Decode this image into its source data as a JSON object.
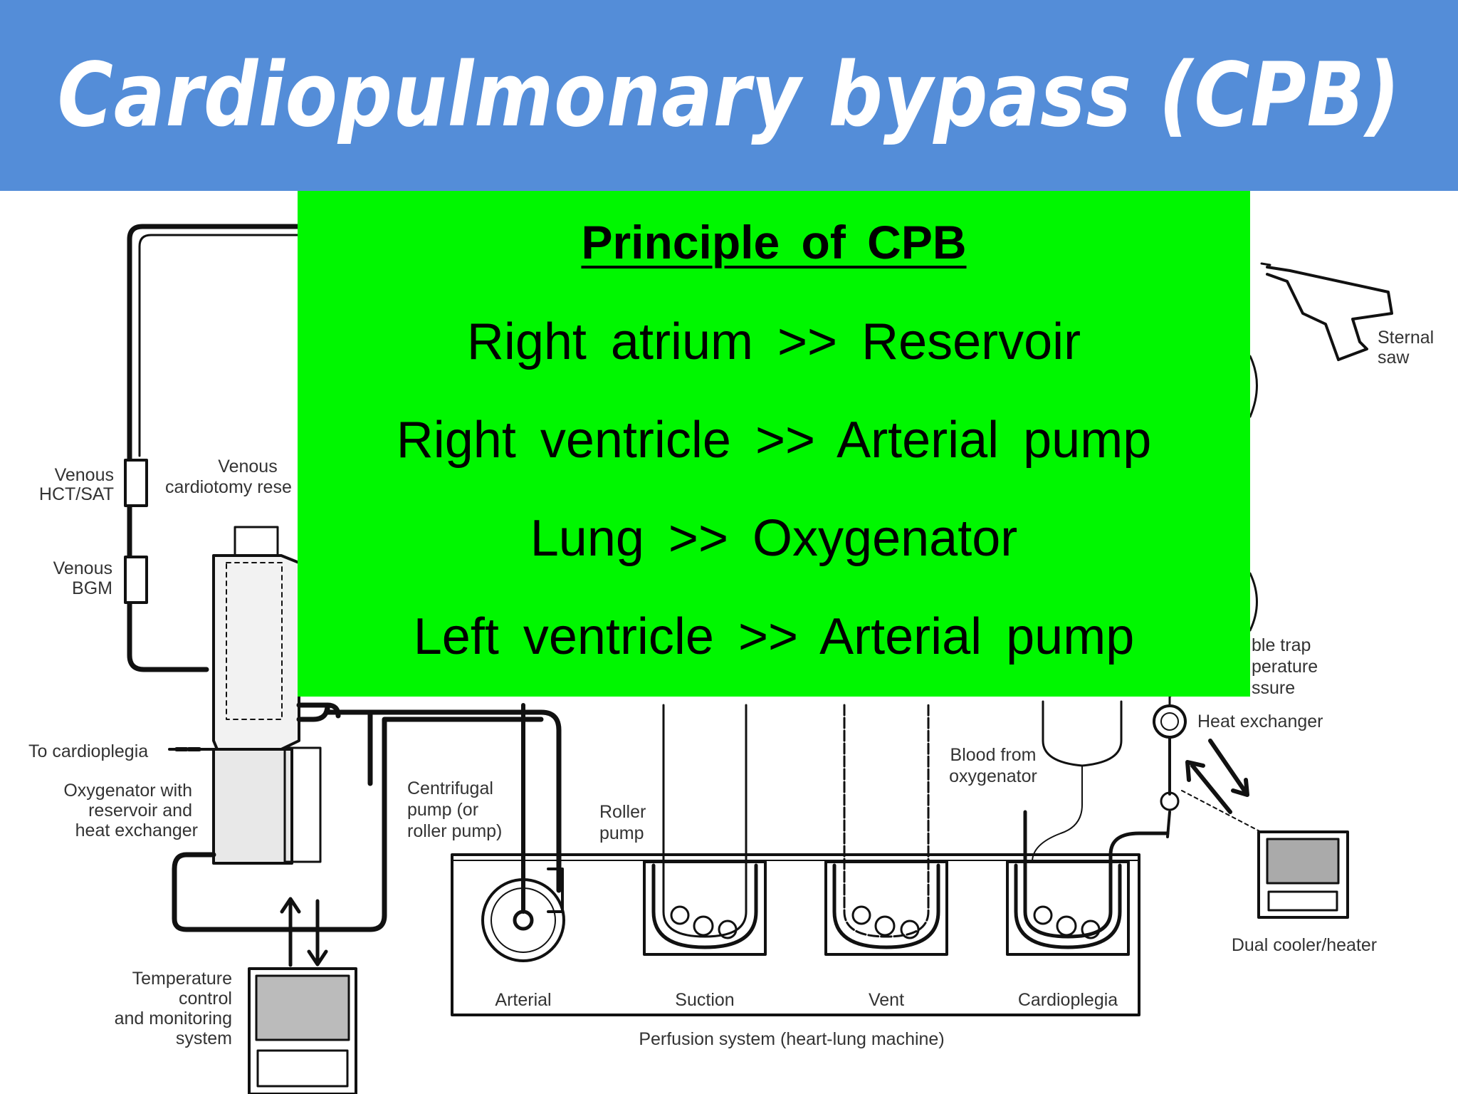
{
  "title": "Cardiopulmonary bypass (CPB)",
  "principle": {
    "heading": "Principle of CPB",
    "lines": [
      "Right atrium >> Reservoir",
      "Right ventricle >> Arterial pump",
      "Lung >> Oxygenator",
      "Left ventricle >> Arterial pump"
    ]
  },
  "diagram_labels": {
    "sternal_saw": [
      "Sternal",
      "saw"
    ],
    "venous_hct_sat": [
      "Venous",
      "HCT/SAT"
    ],
    "venous_cardiotomy": [
      "Venous",
      "cardiotomy rese"
    ],
    "venous_bgm": [
      "Venous",
      "BGM"
    ],
    "bubble_trap": [
      "ble trap",
      "perature",
      "ssure"
    ],
    "heat_exchanger": "Heat exchanger",
    "to_cardioplegia": "To cardioplegia",
    "blood_from_oxygenator": [
      "Blood from",
      "oxygenator"
    ],
    "oxygenator": [
      "Oxygenator with",
      "reservoir and",
      "heat exchanger"
    ],
    "centrifugal_pump": [
      "Centrifugal",
      "pump (or",
      "roller pump)"
    ],
    "roller_pump": [
      "Roller",
      "pump"
    ],
    "dual_cooler": "Dual cooler/heater",
    "temperature_control": [
      "Temperature",
      "control",
      "and monitoring",
      "system"
    ],
    "arterial": "Arterial",
    "suction": "Suction",
    "vent": "Vent",
    "cardioplegia": "Cardioplegia",
    "perfusion_system": "Perfusion system (heart-lung machine)"
  }
}
